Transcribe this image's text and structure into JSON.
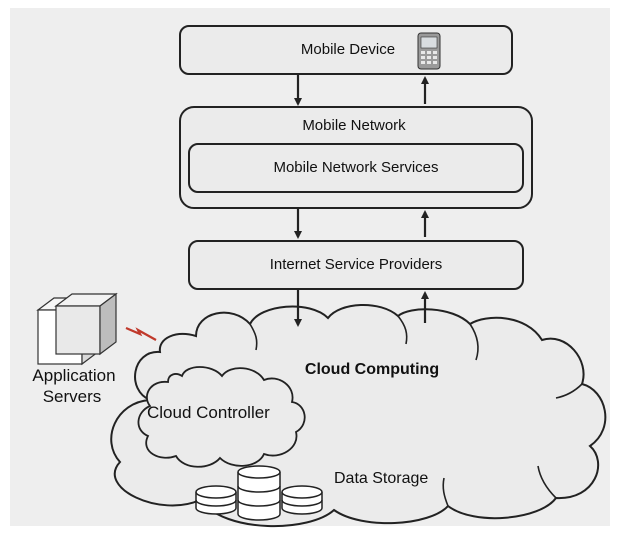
{
  "diagram": {
    "mobile_device": {
      "label": "Mobile Device",
      "icon": "phone-icon"
    },
    "mobile_network": {
      "label": "Mobile Network",
      "services_label": "Mobile Network Services"
    },
    "isp": {
      "label": "Internet Service Providers"
    },
    "cloud": {
      "label": "Cloud Computing",
      "controller_label": "Cloud Controller",
      "storage_label": "Data Storage",
      "storage_icon": "database-icon"
    },
    "app_servers": {
      "label_line1": "Application",
      "label_line2": "Servers",
      "icon": "server-icon",
      "link_icon": "lightning-icon"
    },
    "colors": {
      "background": "#eeeeee",
      "box_fill": "#ebebeb",
      "stroke": "#222222",
      "link": "#c0392b"
    }
  }
}
